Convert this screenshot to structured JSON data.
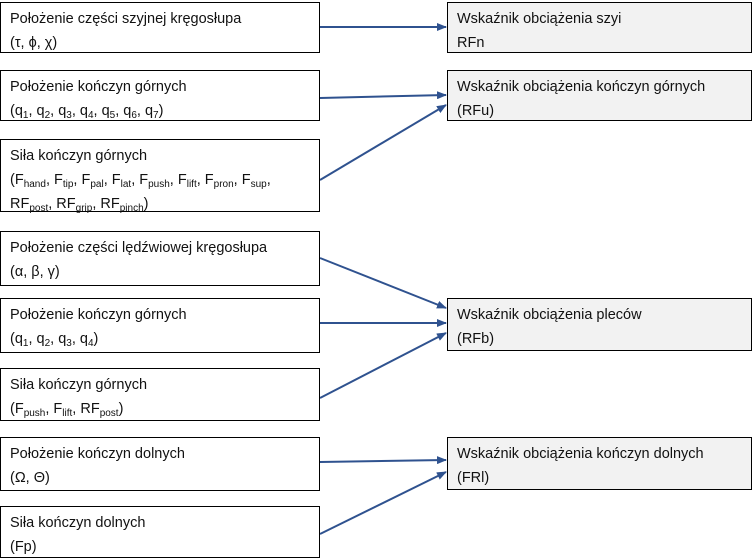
{
  "inputs": [
    {
      "lines": [
        [
          [
            "Położenie części szyjnej kręgosłupa",
            ""
          ]
        ],
        [
          [
            "(τ, ϕ, χ)",
            ""
          ]
        ]
      ]
    },
    {
      "lines": [
        [
          [
            "Położenie kończyn górnych",
            ""
          ]
        ],
        [
          [
            "(q",
            ""
          ],
          [
            "",
            "1"
          ],
          [
            ", q",
            ""
          ],
          [
            "",
            "2"
          ],
          [
            ", q",
            ""
          ],
          [
            "",
            "3"
          ],
          [
            ", q",
            ""
          ],
          [
            "",
            "4"
          ],
          [
            ", q",
            ""
          ],
          [
            "",
            "5"
          ],
          [
            ", q",
            ""
          ],
          [
            "",
            "6"
          ],
          [
            ", q",
            ""
          ],
          [
            "",
            "7"
          ],
          [
            ")",
            ""
          ]
        ]
      ]
    },
    {
      "lines": [
        [
          [
            "Siła kończyn górnych",
            ""
          ]
        ],
        [
          [
            "(F",
            ""
          ],
          [
            "",
            "hand"
          ],
          [
            ", F",
            ""
          ],
          [
            "",
            "tip"
          ],
          [
            ", F",
            ""
          ],
          [
            "",
            "pal"
          ],
          [
            ", F",
            ""
          ],
          [
            "",
            "lat"
          ],
          [
            ", F",
            ""
          ],
          [
            "",
            "push"
          ],
          [
            ", F",
            ""
          ],
          [
            "",
            "lift"
          ],
          [
            ", F",
            ""
          ],
          [
            "",
            "pron"
          ],
          [
            ", F",
            ""
          ],
          [
            "",
            "sup"
          ],
          [
            ",",
            ""
          ]
        ],
        [
          [
            "RF",
            ""
          ],
          [
            "",
            "post"
          ],
          [
            ", RF",
            ""
          ],
          [
            "",
            "grip"
          ],
          [
            ", RF",
            ""
          ],
          [
            "",
            "pinch"
          ],
          [
            ")",
            ""
          ]
        ]
      ]
    },
    {
      "lines": [
        [
          [
            "Położenie części lędźwiowej kręgosłupa",
            ""
          ]
        ],
        [
          [
            "(α, β, γ)",
            ""
          ]
        ]
      ]
    },
    {
      "lines": [
        [
          [
            "Położenie kończyn górnych",
            ""
          ]
        ],
        [
          [
            "(q",
            ""
          ],
          [
            "",
            "1"
          ],
          [
            ", q",
            ""
          ],
          [
            "",
            "2"
          ],
          [
            ", q",
            ""
          ],
          [
            "",
            "3"
          ],
          [
            ", q",
            ""
          ],
          [
            "",
            "4"
          ],
          [
            ")",
            ""
          ]
        ]
      ]
    },
    {
      "lines": [
        [
          [
            "Siła kończyn górnych",
            ""
          ]
        ],
        [
          [
            "(F",
            ""
          ],
          [
            "",
            "push"
          ],
          [
            ", F",
            ""
          ],
          [
            "",
            "lift"
          ],
          [
            ", RF",
            ""
          ],
          [
            "",
            "post"
          ],
          [
            ")",
            ""
          ]
        ]
      ]
    },
    {
      "lines": [
        [
          [
            "Położenie kończyn dolnych",
            ""
          ]
        ],
        [
          [
            "(Ω, Θ)",
            ""
          ]
        ]
      ]
    },
    {
      "lines": [
        [
          [
            "Siła kończyn dolnych",
            ""
          ]
        ],
        [
          [
            "(Fp)",
            ""
          ]
        ]
      ]
    }
  ],
  "outputs": [
    {
      "title": "Wskaźnik obciążenia szyi",
      "code": "RFn"
    },
    {
      "title": "Wskaźnik obciążenia kończyn górnych",
      "code": "(RFu)"
    },
    {
      "title": "Wskaźnik obciążenia pleców",
      "code": "(RFb)"
    },
    {
      "title": "Wskaźnik obciążenia kończyn dolnych",
      "code": "(FRl)"
    }
  ],
  "colors": {
    "arrow": "#2f528f",
    "output_fill": "#f2f2f2"
  }
}
